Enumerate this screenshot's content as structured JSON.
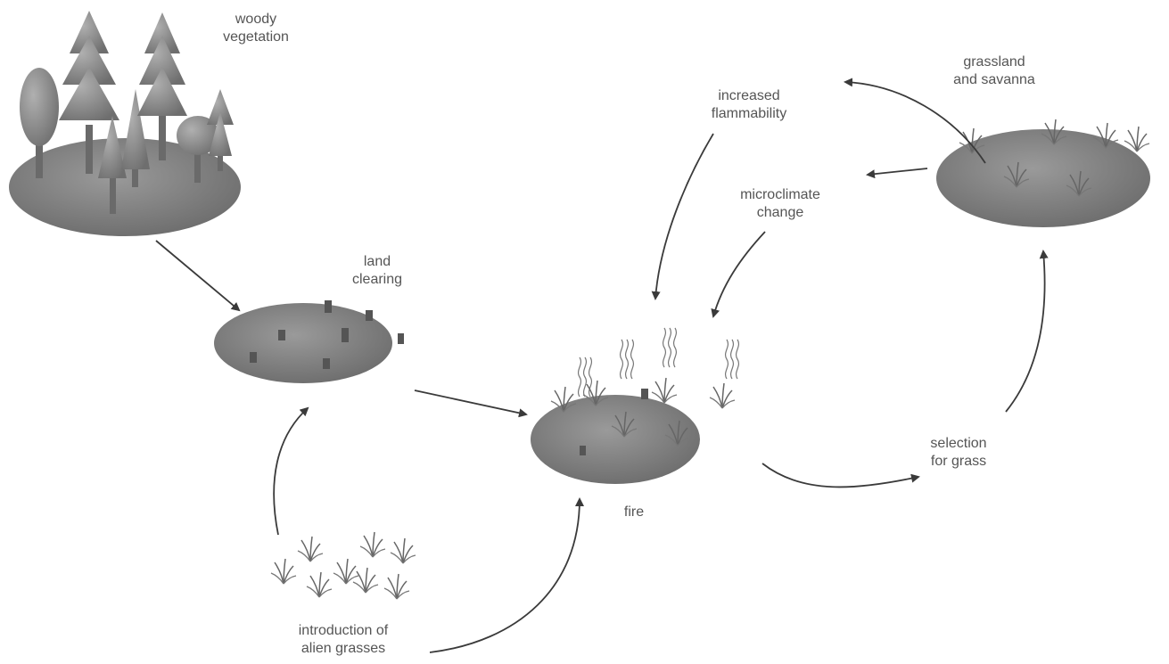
{
  "diagram": {
    "nodes": {
      "woody_vegetation": [
        "woody",
        "vegetation"
      ],
      "land_clearing": [
        "land",
        "clearing"
      ],
      "fire": [
        "fire"
      ],
      "introduction_alien_grasses": [
        "introduction of",
        "alien grasses"
      ],
      "increased_flammability": [
        "increased",
        "flammability"
      ],
      "microclimate_change": [
        "microclimate",
        "change"
      ],
      "grassland_savanna": [
        "grassland",
        "and savanna"
      ],
      "selection_for_grass": [
        "selection",
        "for grass"
      ]
    },
    "edges": [
      {
        "from": "woody_vegetation",
        "to": "land_clearing"
      },
      {
        "from": "introduction_alien_grasses",
        "to": "land_clearing"
      },
      {
        "from": "land_clearing",
        "to": "fire"
      },
      {
        "from": "introduction_alien_grasses",
        "to": "fire"
      },
      {
        "from": "fire",
        "to": "selection_for_grass"
      },
      {
        "from": "selection_for_grass",
        "to": "grassland_savanna"
      },
      {
        "from": "grassland_savanna",
        "to": "increased_flammability"
      },
      {
        "from": "grassland_savanna",
        "to": "microclimate_change"
      },
      {
        "from": "increased_flammability",
        "to": "fire"
      },
      {
        "from": "microclimate_change",
        "to": "fire"
      }
    ],
    "colors": {
      "disc": "#7d7d7d",
      "tree": "#8a8a8a",
      "arrow": "#3a3a3a",
      "label": "#555555"
    }
  }
}
